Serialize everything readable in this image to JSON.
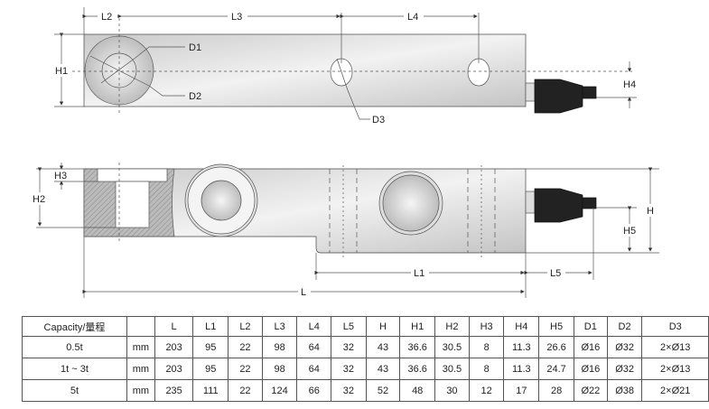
{
  "diagram": {
    "labels": {
      "L2": "L2",
      "L3": "L3",
      "L4": "L4",
      "H1": "H1",
      "D1": "D1",
      "D2": "D2",
      "D3": "D3",
      "H4": "H4",
      "H3": "H3",
      "H2": "H2",
      "H": "H",
      "H5": "H5",
      "L1": "L1",
      "L5": "L5",
      "L": "L"
    }
  },
  "table": {
    "headers": [
      "Capacity/量程",
      "",
      "L",
      "L1",
      "L2",
      "L3",
      "L4",
      "L5",
      "H",
      "H1",
      "H2",
      "H3",
      "H4",
      "H5",
      "D1",
      "D2",
      "D3"
    ],
    "rows": [
      [
        "0.5t",
        "mm",
        "203",
        "95",
        "22",
        "98",
        "64",
        "32",
        "43",
        "36.6",
        "30.5",
        "8",
        "11.3",
        "26.6",
        "Ø16",
        "Ø32",
        "2×Ø13"
      ],
      [
        "1t ~ 3t",
        "mm",
        "203",
        "95",
        "22",
        "98",
        "64",
        "32",
        "43",
        "36.6",
        "30.5",
        "8",
        "11.3",
        "24.7",
        "Ø16",
        "Ø32",
        "2×Ø13"
      ],
      [
        "5t",
        "mm",
        "235",
        "111",
        "22",
        "124",
        "66",
        "32",
        "52",
        "48",
        "30",
        "12",
        "17",
        "28",
        "Ø22",
        "Ø38",
        "2×Ø21"
      ]
    ]
  }
}
